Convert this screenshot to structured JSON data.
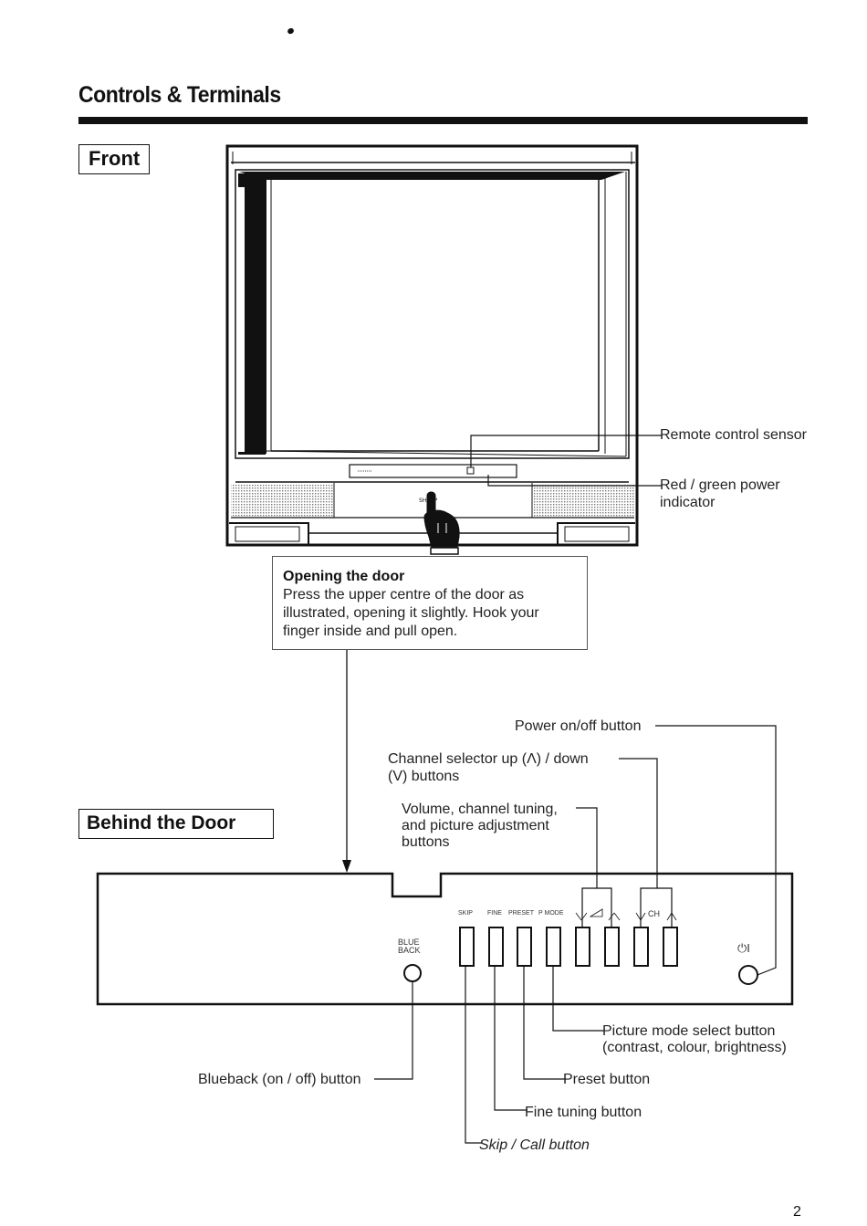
{
  "page": {
    "title": "Controls & Terminals",
    "page_number": "2"
  },
  "sections": {
    "front": "Front",
    "behind": "Behind the Door"
  },
  "front_callouts": {
    "remote_sensor": "Remote control sensor",
    "power_indicator_line1": "Red / green power",
    "power_indicator_line2": "indicator"
  },
  "door_note": {
    "title": "Opening the door",
    "line1": "Press the upper centre of the door as",
    "line2": "illustrated, opening it slightly. Hook your",
    "line3": "finger inside and pull open."
  },
  "panel_labels": {
    "blue_back_1": "BLUE",
    "blue_back_2": "BACK",
    "skip": "SKIP",
    "fine": "FINE",
    "preset": "PRESET",
    "p_mode": "P MODE",
    "ch": "CH",
    "power_symbol": "⏻I"
  },
  "callouts_top": {
    "power_button": "Power on/off button",
    "channel_1": "Channel selector up (Λ) / down",
    "channel_2": "(V) buttons",
    "adjust_1": "Volume, channel tuning,",
    "adjust_2": "and picture adjustment",
    "adjust_3": "buttons"
  },
  "callouts_bottom": {
    "picture_mode_1": "Picture mode select button",
    "picture_mode_2": "(contrast, colour, brightness)",
    "preset": "Preset button",
    "fine_tuning": "Fine tuning button",
    "skip_call": "Skip / Call button",
    "blueback": "Blueback (on / off) button"
  }
}
